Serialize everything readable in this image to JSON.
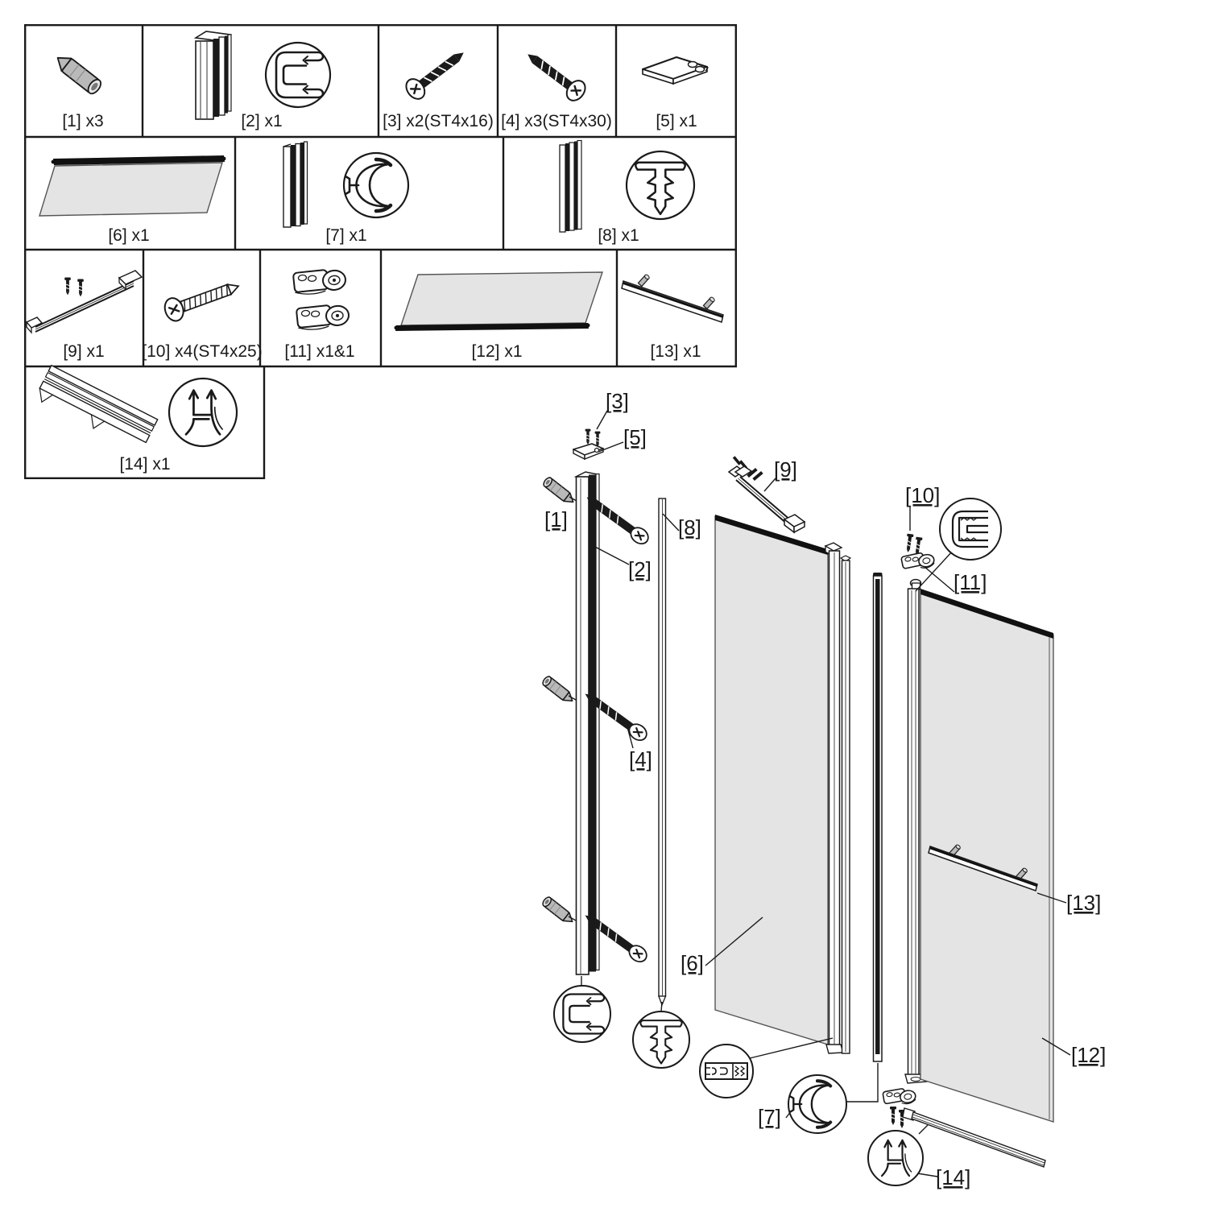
{
  "parts_table": {
    "cells": [
      {
        "label": "[1] x3",
        "part": "wall-anchor"
      },
      {
        "label": "[2] x1",
        "part": "wall-profile"
      },
      {
        "label": "[3] x2(ST4x16)",
        "part": "screw-st4x16"
      },
      {
        "label": "[4] x3(ST4x30)",
        "part": "screw-st4x30"
      },
      {
        "label": "[5] x1",
        "part": "cover-cap"
      },
      {
        "label": "[6] x1",
        "part": "fixed-glass-panel"
      },
      {
        "label": "[7] x1",
        "part": "pivot-profile"
      },
      {
        "label": "[8] x1",
        "part": "seal-strip"
      },
      {
        "label": "[9] x1",
        "part": "support-bar"
      },
      {
        "label": "[10] x4(ST4x25)",
        "part": "screw-st4x25"
      },
      {
        "label": "[11] x1&1",
        "part": "pivot-blocks"
      },
      {
        "label": "[12] x1",
        "part": "door-glass-panel"
      },
      {
        "label": "[13] x1",
        "part": "towel-bar"
      },
      {
        "label": "[14] x1",
        "part": "bottom-seal"
      }
    ]
  },
  "diagram": {
    "callouts": [
      {
        "text": "[1]"
      },
      {
        "text": "[2]"
      },
      {
        "text": "[3]"
      },
      {
        "text": "[4]"
      },
      {
        "text": "[5]"
      },
      {
        "text": "[6]"
      },
      {
        "text": "[7]"
      },
      {
        "text": "[8]"
      },
      {
        "text": "[9]"
      },
      {
        "text": "[10]"
      },
      {
        "text": "[11]"
      },
      {
        "text": "[12]"
      },
      {
        "text": "[13]"
      },
      {
        "text": "[14]"
      }
    ]
  },
  "colors": {
    "line": "#1a1a1a",
    "glass": "#e4e4e4",
    "metal": "#b9b9b9",
    "dark_fill": "#111111",
    "background": "#ffffff"
  }
}
